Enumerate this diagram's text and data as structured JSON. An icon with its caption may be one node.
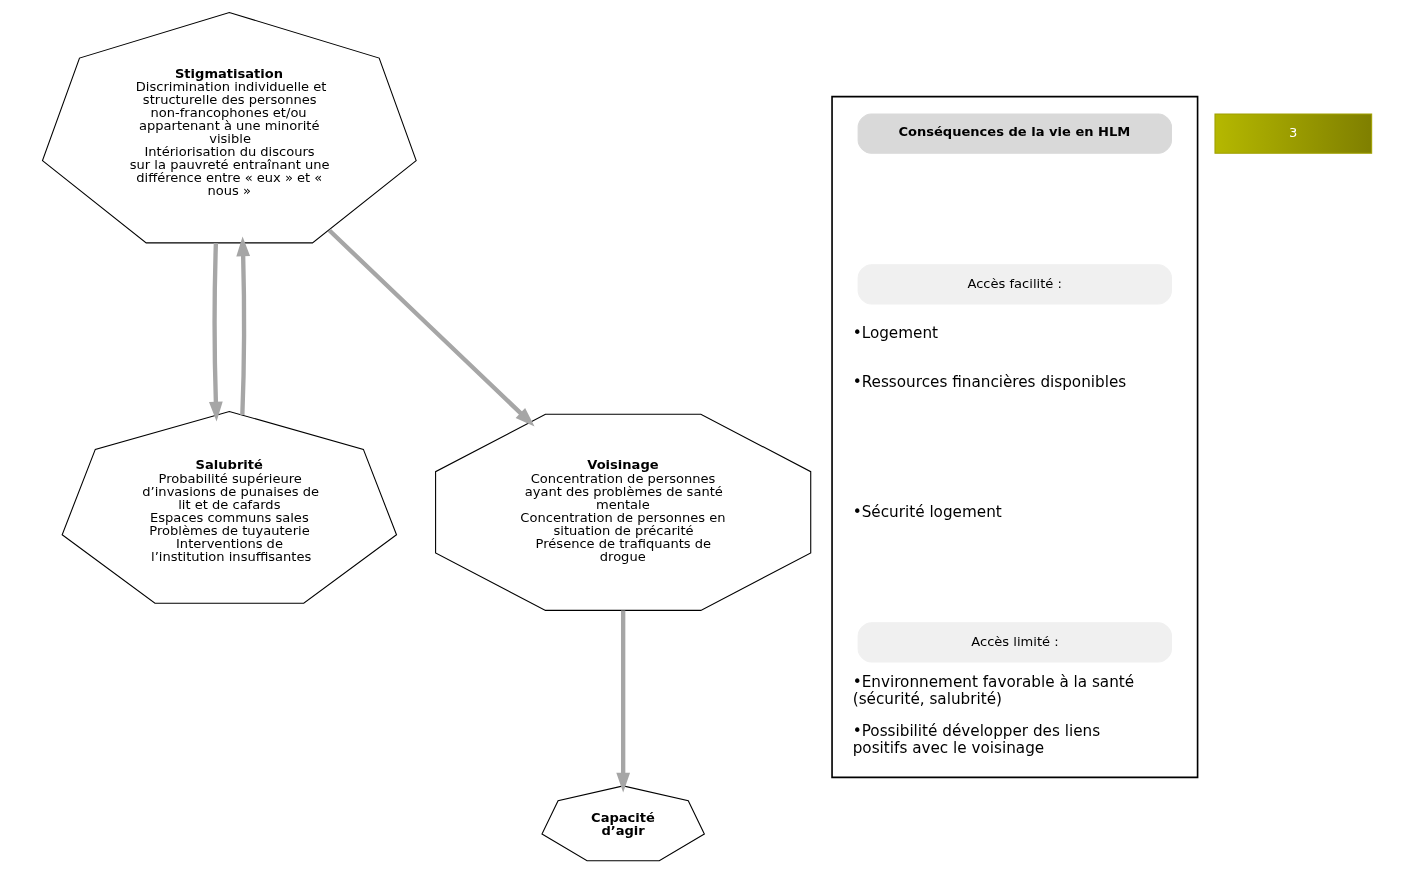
{
  "diagram": {
    "nodes": [
      {
        "text": [
          "Stigmatisation",
          "Discrimination individuelle et structurelle des personnes non-francophones et/ou appartenant à une minorité visible",
          "Intériorisation du discours sur la pauvreté entraînant une différence entre « eux » et « nous »"
        ]
      },
      {
        "text": [
          "Salubrité",
          "Probabilité supérieure d’invasions de punaises de lit et de cafards",
          "Espaces communs sales",
          "Problèmes de tuyauterie",
          "Interventions de l’institution insuffisantes"
        ]
      },
      {
        "text": [
          "Voisinage",
          "Concentration de personnes ayant des problèmes de santé mentale",
          "Concentration de personnes en situation de précarité",
          "Présence de trafiquants de drogue"
        ]
      },
      {
        "text": [
          "Capacité d’agir"
        ]
      },
      {
        "text": [],
        "shape": "box"
      },
      {
        "text": [
          "Conséquences de la vie en HLM"
        ],
        "in": 4
      },
      {
        "text": [
          "Accès facilité :"
        ],
        "in": 4
      },
      {
        "text": [
          "Accès limité :"
        ],
        "in": 4
      },
      {
        "text": [
          "3"
        ]
      }
    ],
    "edges": [
      {
        "from": 1,
        "to": 0,
        "arrow": "to"
      },
      {
        "from": 0,
        "to": 1,
        "arrow": "to"
      },
      {
        "from": 0,
        "to": 2,
        "arrow": "to"
      },
      {
        "from": 2,
        "to": 3,
        "arrow": "to"
      }
    ],
    "labels": [
      "•Logement",
      "•Ressources financières disponibles",
      "•Sécurité logement",
      "•Environnement favorable à la santé (sécurité, salubrité)",
      "•Possibilité développer des liens positifs avec le voisinage"
    ]
  }
}
